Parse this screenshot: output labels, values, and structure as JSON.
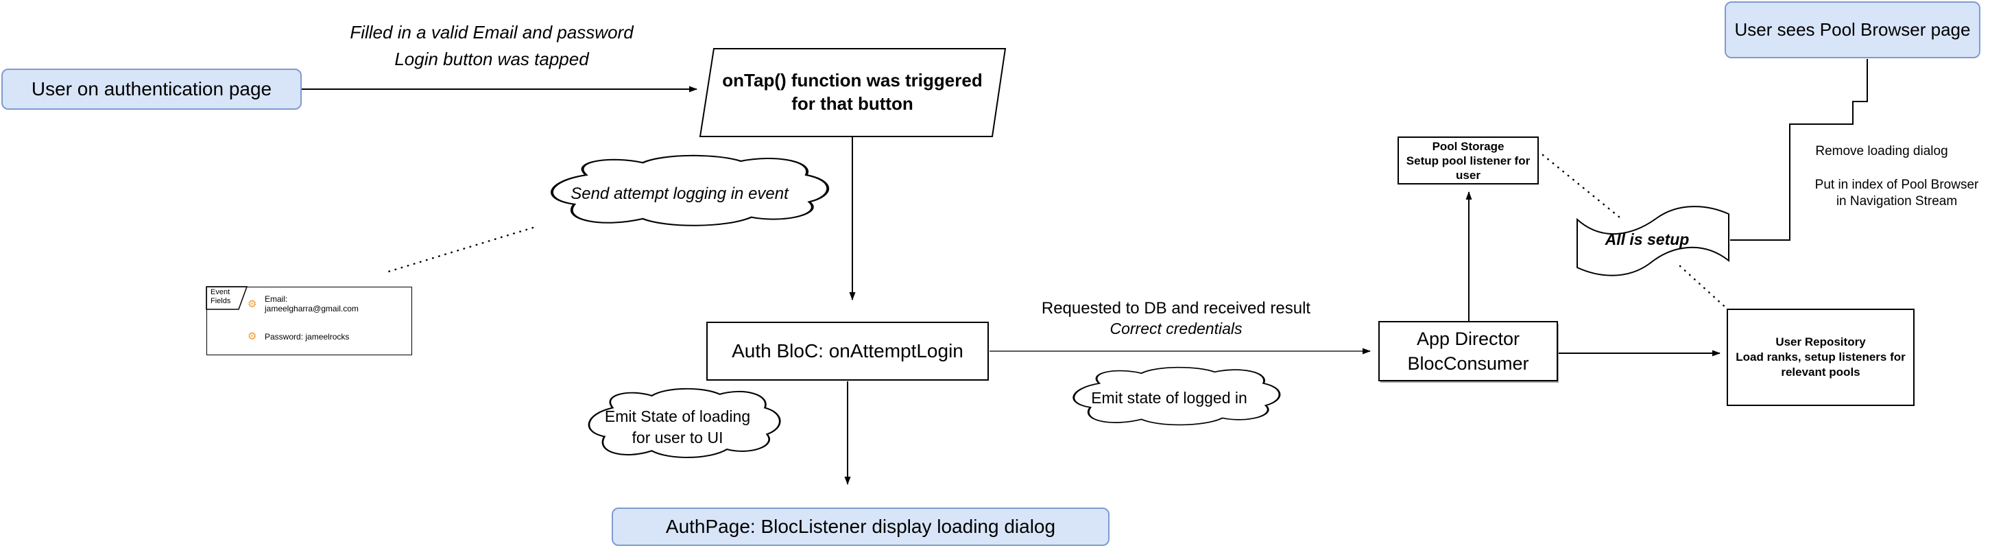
{
  "colors": {
    "node_fill": "#d8e4f8",
    "node_border": "#7e9ccc",
    "line": "#000000",
    "gray_line": "#5a5a5a",
    "gear": "#ED9B33"
  },
  "nodes": {
    "user_auth": "User on authentication page",
    "on_tap": "onTap() function was triggered\nfor that button",
    "auth_bloc": "Auth BloC: onAttemptLogin",
    "auth_page": "AuthPage: BlocListener display loading dialog",
    "app_director": "App Director\nBlocConsumer",
    "pool_storage": "Pool Storage\nSetup pool listener for\nuser",
    "user_repository": "User Repository\nLoad ranks, setup listeners for\nrelevant pools",
    "pool_browser": "User sees Pool Browser page",
    "all_is_setup": "All is setup"
  },
  "clouds": {
    "send_attempt": "Send attempt logging in event",
    "emit_logged_in": "Emit state of logged in",
    "emit_loading": "Emit State of loading\nfor user to UI"
  },
  "labels": {
    "filled_email": "Filled in a valid Email and password\nLogin button was tapped",
    "requested_db": "Requested to DB and received result",
    "correct_credentials": "Correct credentials",
    "remove_loading": "Remove loading dialog",
    "put_index": "Put in index of Pool Browser\nin Navigation Stream"
  },
  "note": {
    "tab": "Event\nFields",
    "email": "Email:\njameelgharra@gmail.com",
    "password": "Password: jameelrocks",
    "gear_icon": "⚙"
  }
}
